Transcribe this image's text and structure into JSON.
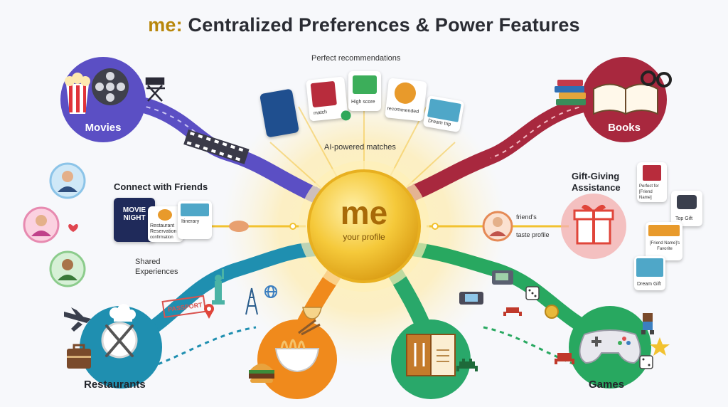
{
  "title": {
    "brand": "me:",
    "text": " Centralized Preferences & Power Features"
  },
  "center": {
    "word": "me",
    "subtitle": "your profile"
  },
  "top": {
    "caption": "Perfect recommendations",
    "matches": "AI-powered matches"
  },
  "cards": {
    "match": "match",
    "high_score": "High score",
    "recommended": "recommended",
    "dream_trip": "Dream trip"
  },
  "nodes": {
    "movies": "Movies",
    "books": "Books",
    "restaurants": "Restaurants",
    "games": "Games"
  },
  "friends": {
    "heading": "Connect with Friends",
    "shared": "Shared",
    "experiences": "Experiences",
    "movie_night": "MOVIE NIGHT",
    "reservation": "Restaurant Reservation",
    "confirmation": "confirmation",
    "itinerary": "Itinerary"
  },
  "gift": {
    "heading_1": "Gift-Giving",
    "heading_2": "Assistance",
    "friends": "friend's",
    "taste_profile": "taste profile",
    "perfect_for": "Perfect for [Friend Name]",
    "top_gift": "Top Gift",
    "favorite": "[Friend Name]'s Favorite",
    "dream_gift": "Dream Gift"
  },
  "travel": {
    "passport": "PASSPORT"
  },
  "colors": {
    "movies": "#5b4fc4",
    "books": "#a8283e",
    "restaurants": "#1f8fb0",
    "food": "#f08a1c",
    "menu": "#29a86a",
    "games": "#28a860",
    "center": "#f2c230"
  }
}
